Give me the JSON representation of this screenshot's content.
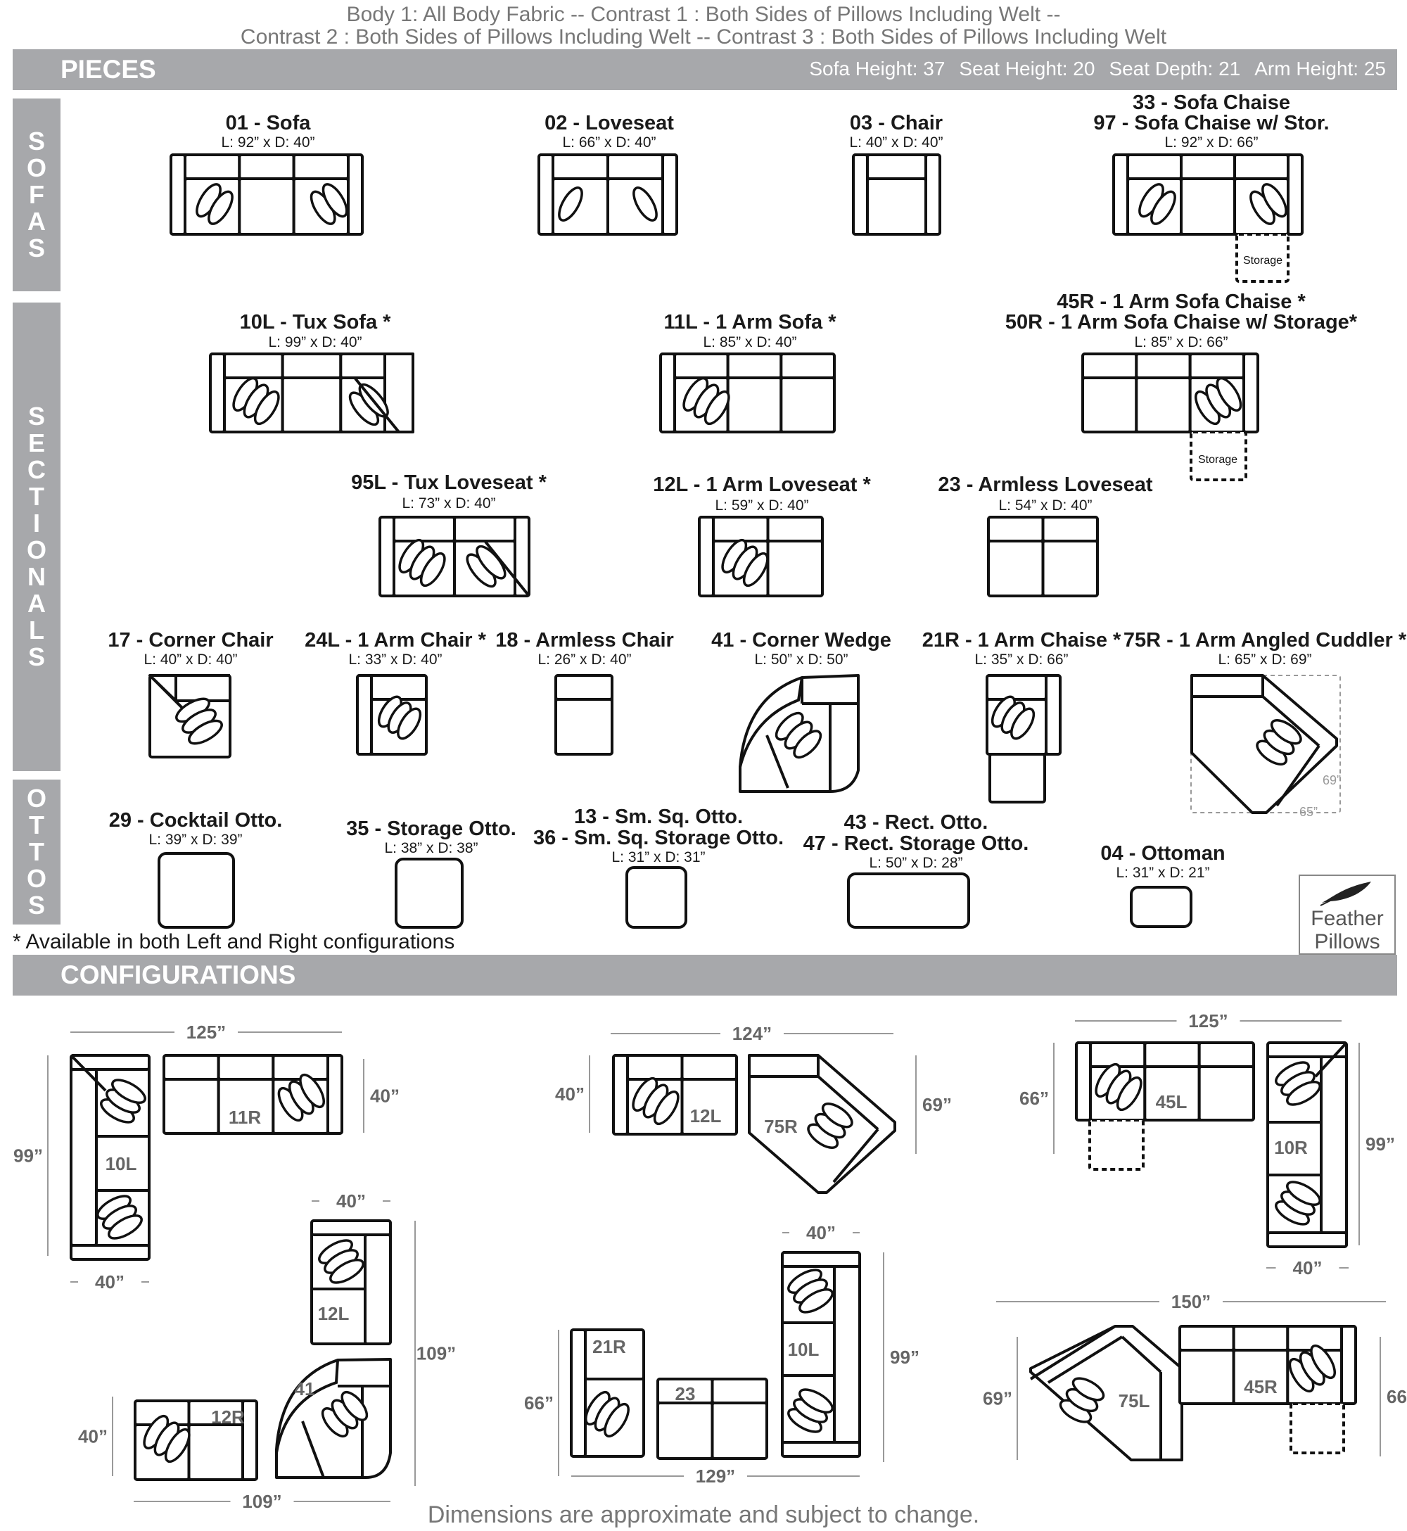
{
  "fabric": {
    "line1": "Body 1: All Body Fabric  --  Contrast 1 : Both Sides of Pillows Including Welt --",
    "line2": "Contrast 2 : Both Sides of Pillows Including Welt -- Contrast 3 : Both Sides of Pillows Including Welt"
  },
  "pieces_header": {
    "title": "PIECES",
    "specs": [
      "Sofa Height: 37",
      "Seat Height: 20",
      "Seat Depth: 21",
      "Arm Height: 25"
    ]
  },
  "side_labels": {
    "sofas": "SOFAS",
    "sectionals": "SECTIONALS",
    "ottos": "OTTOS"
  },
  "pieces": {
    "sofa": {
      "name": "01 - Sofa",
      "dims": "L: 92” x D: 40”"
    },
    "loveseat": {
      "name": "02 - Loveseat",
      "dims": "L: 66” x D: 40”"
    },
    "chair": {
      "name": "03 - Chair",
      "dims": "L: 40” x D: 40”"
    },
    "sofa_chaise": {
      "name": "33 - Sofa Chaise",
      "name2": "97 - Sofa Chaise w/ Stor.",
      "dims": "L: 92” x D: 66”"
    },
    "tux_sofa": {
      "name": "10L - Tux Sofa *",
      "dims": "L: 99” x D: 40”"
    },
    "one_arm_sofa": {
      "name": "11L - 1 Arm Sofa *",
      "dims": "L: 85” x D: 40”"
    },
    "one_arm_sofa_chaise": {
      "name": "45R - 1 Arm Sofa Chaise *",
      "name2": "50R - 1 Arm Sofa Chaise w/ Storage*",
      "dims": "L: 85” x D: 66”"
    },
    "tux_loveseat": {
      "name": "95L - Tux Loveseat *",
      "dims": "L: 73” x D: 40”"
    },
    "one_arm_loveseat": {
      "name": "12L - 1 Arm Loveseat *",
      "dims": "L: 59” x D: 40”"
    },
    "armless_loveseat": {
      "name": "23 - Armless Loveseat",
      "dims": "L: 54” x D: 40”"
    },
    "corner_chair": {
      "name": "17 - Corner Chair",
      "dims": "L: 40” x D: 40”"
    },
    "one_arm_chair": {
      "name": "24L - 1 Arm Chair *",
      "dims": "L: 33” x D: 40”"
    },
    "armless_chair": {
      "name": "18 - Armless Chair",
      "dims": "L: 26” x D: 40”"
    },
    "corner_wedge": {
      "name": "41 - Corner Wedge",
      "dims": "L: 50” x D: 50”"
    },
    "one_arm_chaise": {
      "name": "21R - 1 Arm Chaise *",
      "dims": "L: 35” x D: 66”"
    },
    "angled_cuddler": {
      "name": "75R - 1 Arm Angled Cuddler *",
      "dims": "L: 65” x D: 69”",
      "dim_a": "69”",
      "dim_b": "65”"
    },
    "cocktail_otto": {
      "name": "29 - Cocktail Otto.",
      "dims": "L: 39” x D: 39”"
    },
    "storage_otto": {
      "name": "35 - Storage Otto.",
      "dims": "L: 38” x D: 38”"
    },
    "sm_sq_otto": {
      "name": "13 - Sm. Sq. Otto.",
      "name2": "36 - Sm. Sq. Storage Otto.",
      "dims": "L: 31” x D: 31”"
    },
    "rect_otto": {
      "name": "43 - Rect. Otto.",
      "name2": "47 - Rect. Storage Otto.",
      "dims": "L: 50” x D: 28”"
    },
    "ottoman": {
      "name": "04 - Ottoman",
      "dims": "L: 31” x D: 21”"
    },
    "storage_text": "Storage"
  },
  "availability_note": "* Available in both Left and Right configurations",
  "logo": {
    "line1": "Feather",
    "line2": "Pillows",
    "icon": "feather-icon"
  },
  "configurations_header": {
    "title": "CONFIGURATIONS"
  },
  "configurations": {
    "c1": {
      "w": "125”",
      "h": "99”",
      "bw": "40”",
      "r": "40”",
      "pieces": [
        "11R",
        "10L"
      ]
    },
    "c2": {
      "w": "124”",
      "l": "40”",
      "r": "69”",
      "pieces": [
        "12L",
        "75R"
      ]
    },
    "c3": {
      "w": "125”",
      "l": "66”",
      "r": "99”",
      "bw": "40”",
      "pieces": [
        "45L",
        "10R"
      ]
    },
    "c4": {
      "tw": "40”",
      "r": "109”",
      "l": "40”",
      "bw": "109”",
      "pieces": [
        "12L",
        "41",
        "12R"
      ]
    },
    "c5": {
      "tw": "40”",
      "l": "66”",
      "r": "99”",
      "bw": "129”",
      "pieces": [
        "21R",
        "23",
        "10L"
      ]
    },
    "c6": {
      "w": "150”",
      "l": "69”",
      "r": "66”",
      "pieces": [
        "75L",
        "45R"
      ]
    }
  },
  "footer": "Dimensions are approximate and subject to change."
}
